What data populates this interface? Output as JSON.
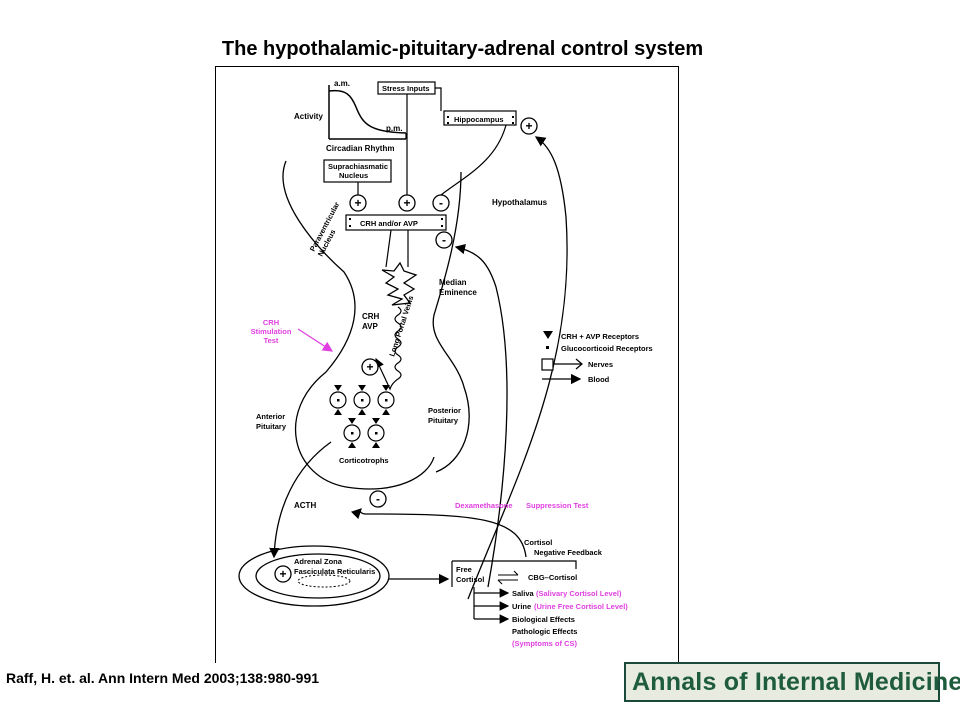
{
  "title": "The hypothalamic-pituitary-adrenal control system",
  "citation": "Raff, H. et. al. Ann Intern Med 2003;138:980-991",
  "logo_text": "Annals of Internal Medicine",
  "colors": {
    "highlight": "#e040e0",
    "ink": "#000000",
    "logo": "#1f5c3d"
  },
  "diagram": {
    "circadian": {
      "activity": "Activity",
      "am": "a.m.",
      "pm": "p.m.",
      "caption": "Circadian Rhythm"
    },
    "scn": [
      "Suprachiasmatic",
      "Nucleus"
    ],
    "stress_inputs": "Stress Inputs",
    "hippocampus": "Hippocampus",
    "crh_avp_box": "CRH and/or AVP",
    "paraventricular": [
      "Paraventricular",
      "Nucleus"
    ],
    "hypothalamus": "Hypothalamus",
    "median_eminence": [
      "Median",
      "Eminence"
    ],
    "crh": "CRH",
    "avp": "AVP",
    "long_portal_veins": "Long Portal Veins",
    "crh_test": [
      "CRH",
      "Stimulation",
      "Test"
    ],
    "anterior_pituitary": [
      "Anterior",
      "Pituitary"
    ],
    "posterior_pituitary": [
      "Posterior",
      "Pituitary"
    ],
    "corticotrophs": "Corticotrophs",
    "acth": "ACTH",
    "dex_test": [
      "Dexamethasone",
      "Suppression Test"
    ],
    "cortisol_feedback": [
      "Cortisol",
      "Negative Feedback"
    ],
    "adrenal": [
      "Adrenal Zona",
      "Fasciculata Reticularis"
    ],
    "free_cortisol": [
      "Free",
      "Cortisol"
    ],
    "cbg_cortisol": "CBG–Cortisol",
    "saliva": "Saliva",
    "saliva_note": "(Salivary Cortisol Level)",
    "urine": "Urine",
    "urine_note": "(Urine Free Cortisol Level)",
    "biological_effects": "Biological Effects",
    "pathologic_effects": "Pathologic Effects",
    "symptoms_note": "(Symptoms of CS)",
    "legend": {
      "receptors_crh_avp": "CRH + AVP Receptors",
      "receptors_gluco": "Glucocorticoid Receptors",
      "nerves": "Nerves",
      "blood": "Blood"
    },
    "signs": {
      "plus": "+",
      "minus": "-"
    }
  }
}
